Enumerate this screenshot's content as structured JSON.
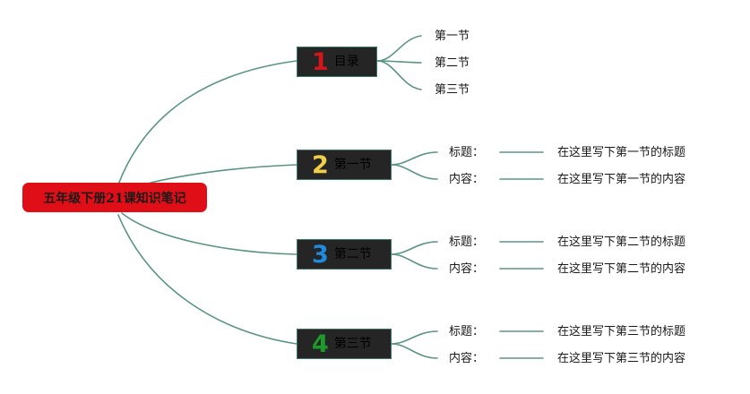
{
  "root": {
    "label": "五年级下册21课知识笔记"
  },
  "sections": [
    {
      "number": "1",
      "label": "目录",
      "number_color": "#d4151c"
    },
    {
      "number": "2",
      "label": "第一节",
      "number_color": "#f2cd4b"
    },
    {
      "number": "3",
      "label": "第二节",
      "number_color": "#1e8be0"
    },
    {
      "number": "4",
      "label": "第三节",
      "number_color": "#1e9a2c"
    }
  ],
  "toc": {
    "items": [
      "第一节",
      "第二节",
      "第三节"
    ]
  },
  "section_details": [
    {
      "title_key": "标题：",
      "title_value": "在这里写下第一节的标题",
      "content_key": "内容：",
      "content_value": "在这里写下第一节的内容"
    },
    {
      "title_key": "标题：",
      "title_value": "在这里写下第二节的标题",
      "content_key": "内容：",
      "content_value": "在这里写下第二节的内容"
    },
    {
      "title_key": "标题：",
      "title_value": "在这里写下第三节的标题",
      "content_key": "内容：",
      "content_value": "在这里写下第三节的内容"
    }
  ],
  "colors": {
    "root_fill": "#e00f17",
    "node_fill": "#252525",
    "connector": "#5a9580"
  }
}
